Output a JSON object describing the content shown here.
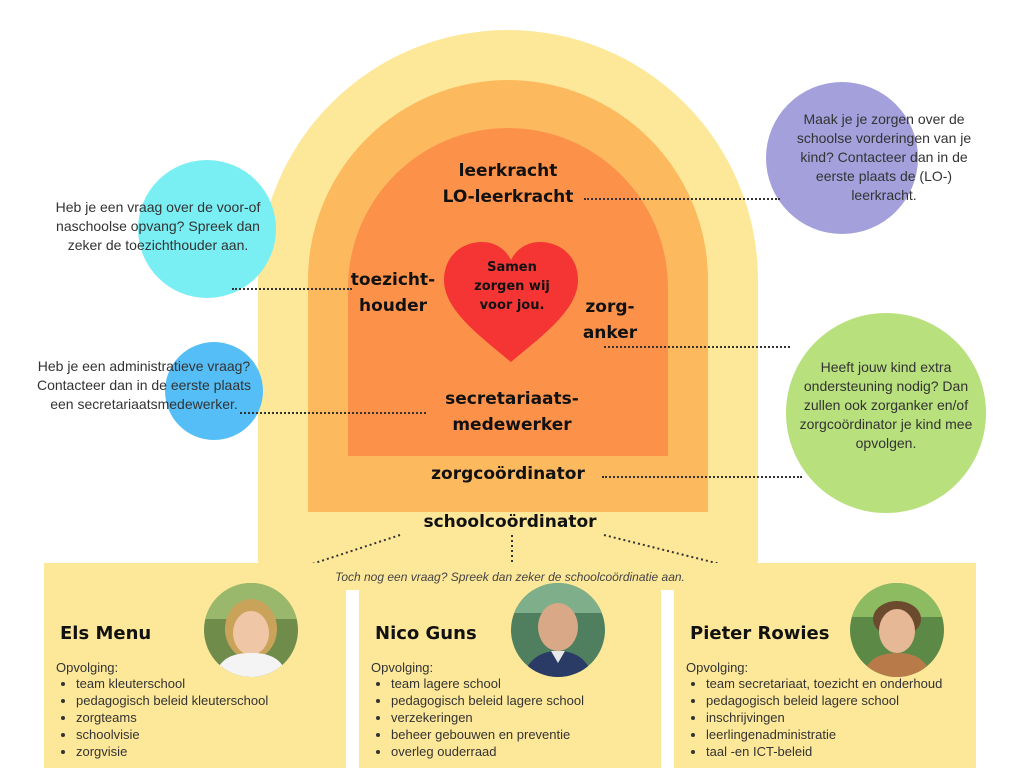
{
  "notes": {
    "opvang": "Heb je een vraag over de voor-of naschoolse opvang? Spreek dan zeker de toezichthouder aan.",
    "admin": "Heb je een administratieve vraag? Contacteer dan in de eerste plaats een secretariaatsmedewerker.",
    "schoolse": "Maak je je zorgen over de schoolse vorderingen van je kind? Contacteer dan in de eerste plaats de (LO-) leerkracht.",
    "extra": "Heeft jouw kind extra ondersteuning nodig? Dan zullen ook zorganker en/of zorgcoördinator je kind mee opvolgen."
  },
  "roles": {
    "leerkracht": "leerkracht",
    "lo_leerkracht": "LO-leerkracht",
    "toezicht_1": "toezicht-",
    "toezicht_2": "houder",
    "zorg_1": "zorg-",
    "zorg_2": "anker",
    "secretariaat_1": "secretariaats-",
    "secretariaat_2": "medewerker",
    "zorgcoordinator": "zorgcoördinator",
    "schoolcoordinator": "schoolcoördinator"
  },
  "heart": {
    "line1": "Samen",
    "line2": "zorgen wij",
    "line3": "voor jou.",
    "color": "#f53434"
  },
  "caption": "Toch nog een vraag? Spreek dan zeker de schoolcoördinatie aan.",
  "colors": {
    "outer": "#fde89a",
    "middle": "#fdb95e",
    "inner": "#fc9249",
    "cyan": "#79eef3",
    "blue": "#55bef7",
    "purple": "#a3a0dc",
    "green": "#b8e07d"
  },
  "cards": [
    {
      "name": "Els Menu",
      "sub": "Opvolging:",
      "items": [
        "team kleuterschool",
        "pedagogisch beleid kleuterschool",
        "zorgteams",
        "schoolvisie",
        "zorgvisie"
      ]
    },
    {
      "name": "Nico Guns",
      "sub": "Opvolging:",
      "items": [
        "team lagere school",
        "pedagogisch beleid lagere school",
        "verzekeringen",
        "beheer gebouwen en preventie",
        "overleg ouderraad"
      ]
    },
    {
      "name": "Pieter Rowies",
      "sub": "Opvolging:",
      "items": [
        "team secretariaat, toezicht en onderhoud",
        "pedagogisch beleid lagere school",
        "inschrijvingen",
        "leerlingenadministratie",
        "taal -en ICT-beleid"
      ]
    }
  ]
}
